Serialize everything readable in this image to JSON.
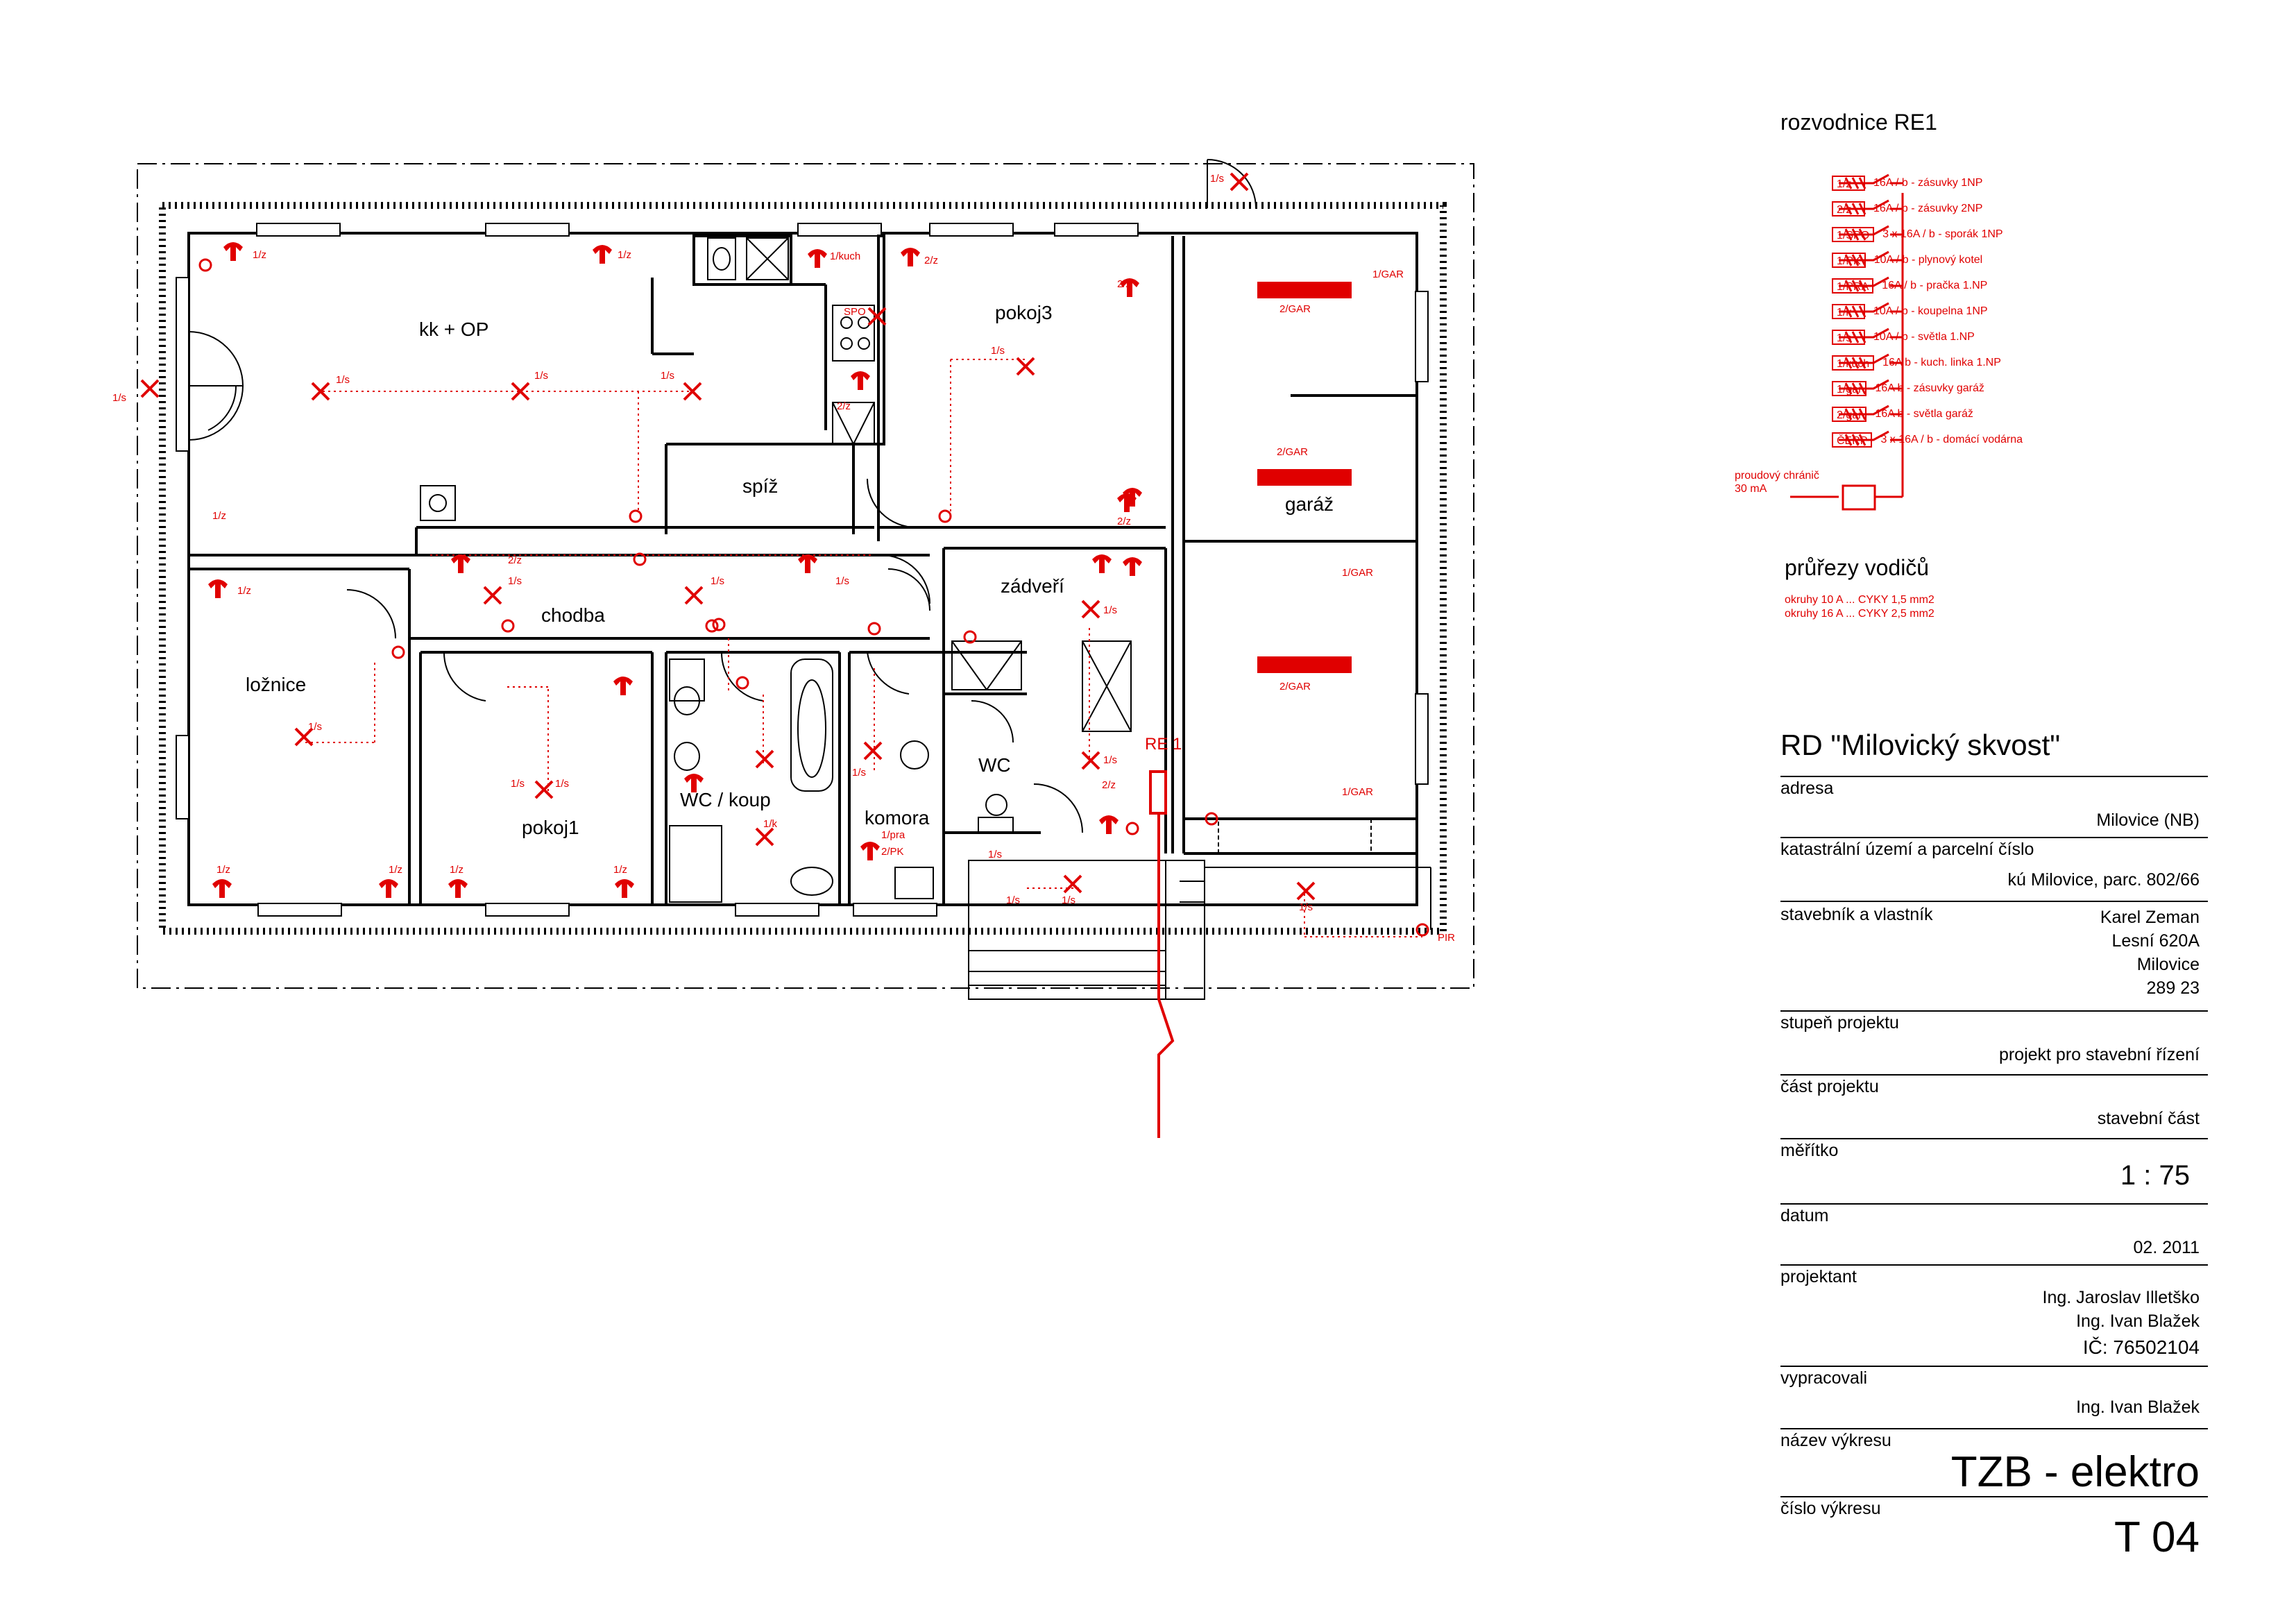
{
  "rooms": {
    "kk": "kk +  OP",
    "pokoj3": "pokoj3",
    "spiz": "spíž",
    "garaz": "garáž",
    "chodba": "chodba",
    "zadveri": "zádveří",
    "loznice": "ložnice",
    "wc": "WC",
    "wc_koup": "WC / koup",
    "komora": "komora",
    "pokoj1": "pokoj1"
  },
  "circuit_labels": [
    "1/z",
    "1/z",
    "1/kuch",
    "2/z",
    "2/z",
    "1/s",
    "1/s",
    "1/s",
    "1/s",
    "1/s",
    "1/z",
    "2/z",
    "2/z",
    "1/s",
    "1/s",
    "1/s",
    "2/z",
    "1/z",
    "1/s",
    "1/s",
    "1/z",
    "1/z",
    "1/z",
    "1/z",
    "1/s",
    "1/s",
    "1/s",
    "1/s",
    "1/k",
    "1/s",
    "2/z",
    "1/pra",
    "2/PK",
    "1/s",
    "1/s",
    "1/s",
    "2/GAR",
    "2/GAR",
    "2/GAR",
    "1/GAR",
    "1/GAR",
    "1/GAR",
    "PIR",
    "SPO",
    "1/s"
  ],
  "re1_label": "RE 1",
  "panel": {
    "title": "rozvodnice RE1",
    "rows": [
      {
        "code": "1/z",
        "desc": "16A / b - zásuvky 1NP"
      },
      {
        "code": "2/z",
        "desc": "16A / b - zásuvky 2NP"
      },
      {
        "code": "1/SPO",
        "desc": "3 x 16A / b - sporák 1NP"
      },
      {
        "code": "1/PK",
        "desc": "10A / b - plynový kotel"
      },
      {
        "code": "1/PRA",
        "desc": "16A / b - pračka 1.NP"
      },
      {
        "code": "1/k",
        "desc": "10A / b - koupelna 1NP"
      },
      {
        "code": "1/s",
        "desc": "10A / b - světla 1.NP"
      },
      {
        "code": "1/kuch",
        "desc": "16A b - kuch. linka 1.NP"
      },
      {
        "code": "1/gar",
        "desc": "16A b - zásuvky garáž"
      },
      {
        "code": "2/gar",
        "desc": "16A b - světla garáž"
      },
      {
        "code": "ČERP",
        "desc": "3 x 16A / b - domácí vodárna"
      }
    ],
    "rcd_line1": "proudový chránič",
    "rcd_line2": "30 mA"
  },
  "sections": {
    "title": "průřezy vodičů",
    "line1": "okruhy 10 A ... CYKY 1,5 mm2",
    "line2": "okruhy 16 A ... CYKY 2,5 mm2"
  },
  "title_block": {
    "project": "RD \"Milovický skvost\"",
    "adresa_label": "adresa",
    "adresa": "Milovice (NB)",
    "parcel_label": "katastrální území a parcelní číslo",
    "parcel": "kú Milovice, parc. 802/66",
    "owner_label": "stavebník a vlastník",
    "owner_1": "Karel Zeman",
    "owner_2": "Lesní 620A",
    "owner_3": "Milovice",
    "owner_4": "289 23",
    "stage_label": "stupeň projektu",
    "stage": "projekt pro stavební řízení",
    "part_label": "část projektu",
    "part": "stavební část",
    "scale_label": "měřítko",
    "scale": "1 : 75",
    "date_label": "datum",
    "date": "02. 2011",
    "designer_label": "projektant",
    "designer_1": "Ing. Jaroslav Illetško",
    "designer_2": "Ing. Ivan Blažek",
    "designer_3": "IČ: 76502104",
    "prepared_label": "vypracovali",
    "prepared": "Ing. Ivan Blažek",
    "drawing_name_label": "název výkresu",
    "drawing_name": "TZB - elektro",
    "drawing_no_label": "číslo výkresu",
    "drawing_no": "T 04"
  },
  "colors": {
    "electric": "#e00000",
    "walls": "#000000"
  }
}
